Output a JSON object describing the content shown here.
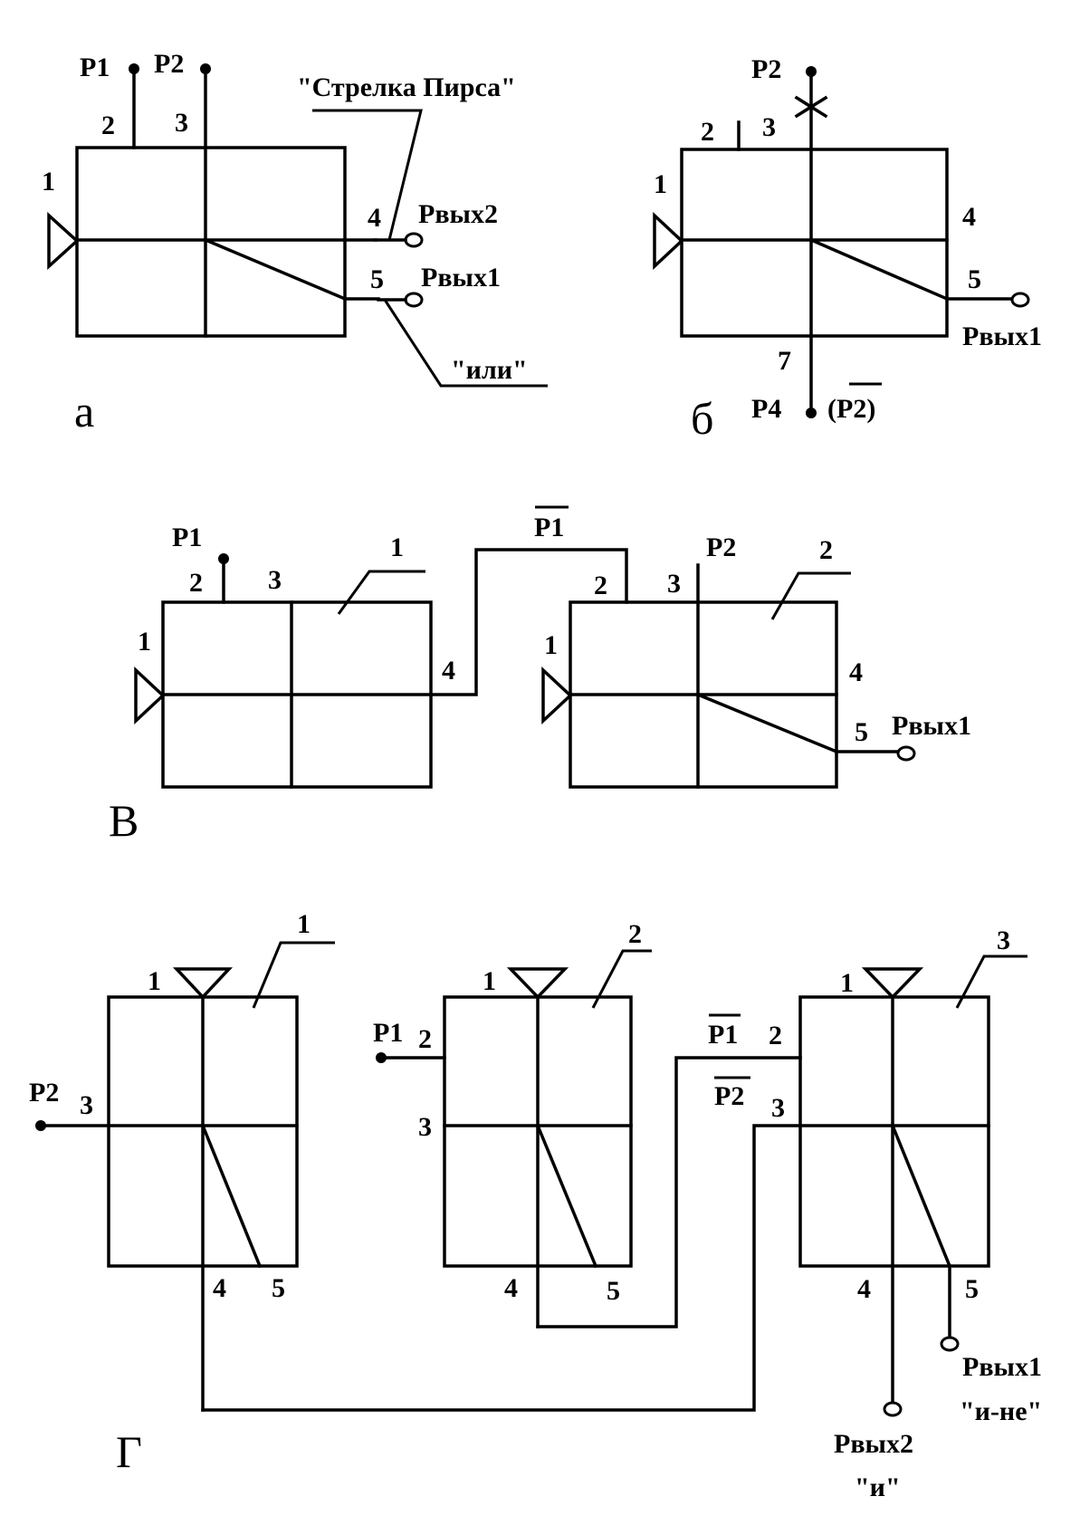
{
  "panel_a": {
    "letter": "а",
    "p1": "P1",
    "p2": "P2",
    "port1": "1",
    "port2": "2",
    "port3": "3",
    "port4": "4",
    "port5": "5",
    "out2": "Рвых2",
    "out1": "Рвых1",
    "callout_top": "\"Стрелка Пирса\"",
    "callout_bottom": "\"или\""
  },
  "panel_b": {
    "letter": "б",
    "p2": "P2",
    "p4": "P4",
    "p2_inv": "(P2)",
    "port1": "1",
    "port2": "2",
    "port3": "3",
    "port4": "4",
    "port5": "5",
    "port7": "7",
    "out1": "Рвых1"
  },
  "panel_v": {
    "letter": "В",
    "p1": "P1",
    "p1_inv": "P1",
    "p2": "P2",
    "el1": {
      "id": "1",
      "port1": "1",
      "port2": "2",
      "port3": "3",
      "port4": "4"
    },
    "el2": {
      "id": "2",
      "port1": "1",
      "port2": "2",
      "port3": "3",
      "port4": "4",
      "port5": "5"
    },
    "out1": "Рвых1"
  },
  "panel_g": {
    "letter": "Г",
    "el1": {
      "id": "1",
      "port1": "1",
      "port3": "3",
      "port4": "4",
      "port5": "5",
      "p2": "P2"
    },
    "el2": {
      "id": "2",
      "port1": "1",
      "port2": "2",
      "port3": "3",
      "port4": "4",
      "port5": "5",
      "p1": "P1"
    },
    "el3": {
      "id": "3",
      "port1": "1",
      "port2": "2",
      "port3": "3",
      "port4": "4",
      "port5": "5"
    },
    "p1_inv": "P1",
    "p2_inv": "P2",
    "out1": "Рвых1",
    "out1_note": "\"и-не\"",
    "out2": "Рвых2",
    "out2_note": "\"и\""
  }
}
